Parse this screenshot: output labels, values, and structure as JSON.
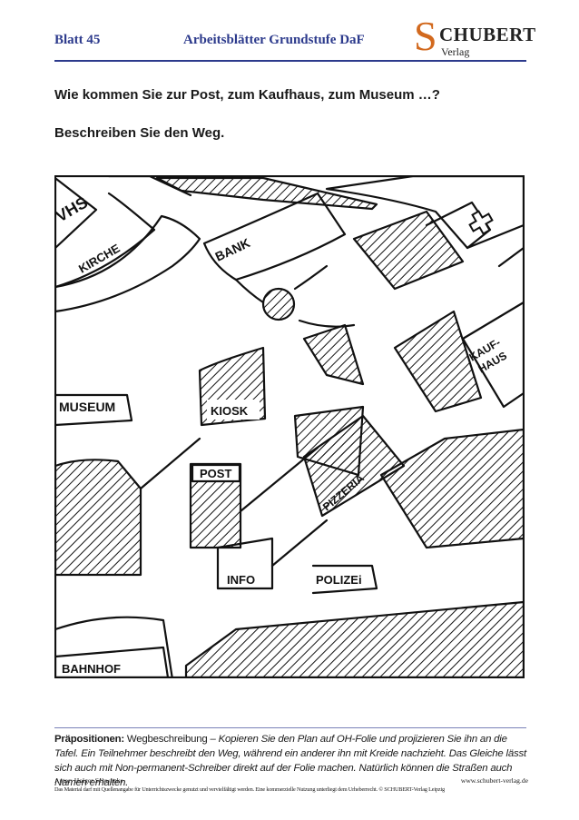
{
  "header": {
    "sheet": "Blatt 45",
    "series": "Arbeitsblätter Grundstufe DaF",
    "logo_s": "S",
    "logo_name": "CHUBERT",
    "logo_sub": "Verlag"
  },
  "questions": {
    "q1": "Wie kommen Sie zur Post, zum Kaufhaus, zum Museum …?",
    "q2": "Beschreiben Sie den Weg."
  },
  "map_labels": {
    "vhs": "VHS",
    "kirche": "KIRCHE",
    "bank": "BANK",
    "kauf": "KAUF-",
    "haus": "HAUS",
    "museum": "MUSEUM",
    "kiosk": "KIOSK",
    "post": "POST",
    "pizzeria": "PIZZERIA",
    "info": "INFO",
    "polizei": "POLIZEi",
    "bahnhof": "BAHNHOF"
  },
  "footer": {
    "label": "Präpositionen:",
    "topic": "Wegbeschreibung",
    "dash": "–",
    "instructions": "Kopieren Sie den Plan auf OH-Folie und projizieren Sie ihn an die Tafel. Ein Teilnehmer beschreibt den Weg, während ein anderer ihn mit Kreide nachzieht. Das Gleiche lässt sich auch mit Non-permanent-Schreiber direkt auf der Folie machen. Natürlich können die Straßen auch Namen erhalten.",
    "author": "Autor: Holger Schwenke",
    "website": "www.schubert-verlag.de",
    "copyright": "Das Material darf mit Quellenangabe für Unterrichtszwecke genutzt und vervielfältigt werden. Eine kommerzielle Nutzung unterliegt dem Urheberrecht. © SCHUBERT-Verlag Leipzig"
  },
  "colors": {
    "header_blue": "#2c3a8c",
    "logo_orange": "#d2691e"
  }
}
